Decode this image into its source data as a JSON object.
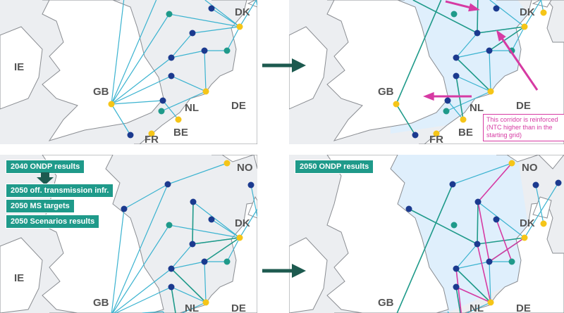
{
  "countries": {
    "IE": "IE",
    "GB": "GB",
    "NL": "NL",
    "BE": "BE",
    "FR": "FR",
    "DE": "DE",
    "DK": "DK",
    "NO": "NO"
  },
  "bottom_left_steps": [
    "2040 ONDP results",
    "2050 off. transmission infr.",
    "2050 MS targets",
    "2050 Scenarios results"
  ],
  "bottom_right_title": "2050 ONDP results",
  "annotation": "This corridor is reinforced (NTC higher than in the starting grid)",
  "colors": {
    "hub": "#1b3a8f",
    "teal": "#1f9a8a",
    "onshore": "#f5c518",
    "line": "#3bb3d0",
    "teal_line": "#1f9a8a",
    "reinforced": "#d63aa3",
    "arrow": "#1d5a4f"
  }
}
